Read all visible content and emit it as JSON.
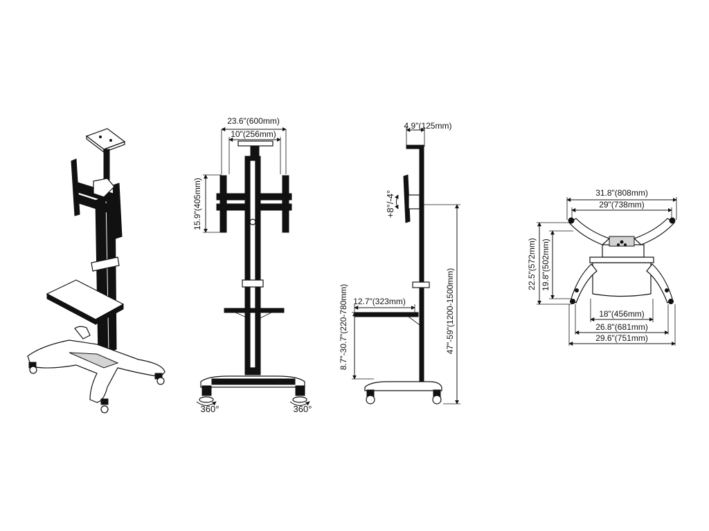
{
  "figure": {
    "front_view": {
      "overall_width": "23.6\"(600mm)",
      "inner_width": "10\"(256mm)",
      "vesa_height": "15.9\"(405mm)",
      "wheel_rotation_left": "360°",
      "wheel_rotation_right": "360°"
    },
    "side_view": {
      "depth": "4.9\"(125mm)",
      "tilt": "+8°/-4°",
      "shelf_depth": "12.7\"(323mm)",
      "shelf_height": "8.7\"-30.7\"(220-780mm)",
      "total_height": "47\"-59\"(1200-1500mm)"
    },
    "mount_view": {
      "max_width": "31.8\"(808mm)",
      "arm_width": "29\"(738mm)",
      "max_height": "22.5\"(572mm)",
      "inner_height": "19.8\"(502mm)",
      "bottom_inner": "18\"(456mm)",
      "bottom_mid": "26.8\"(681mm)",
      "bottom_outer": "29.6\"(751mm)"
    }
  }
}
